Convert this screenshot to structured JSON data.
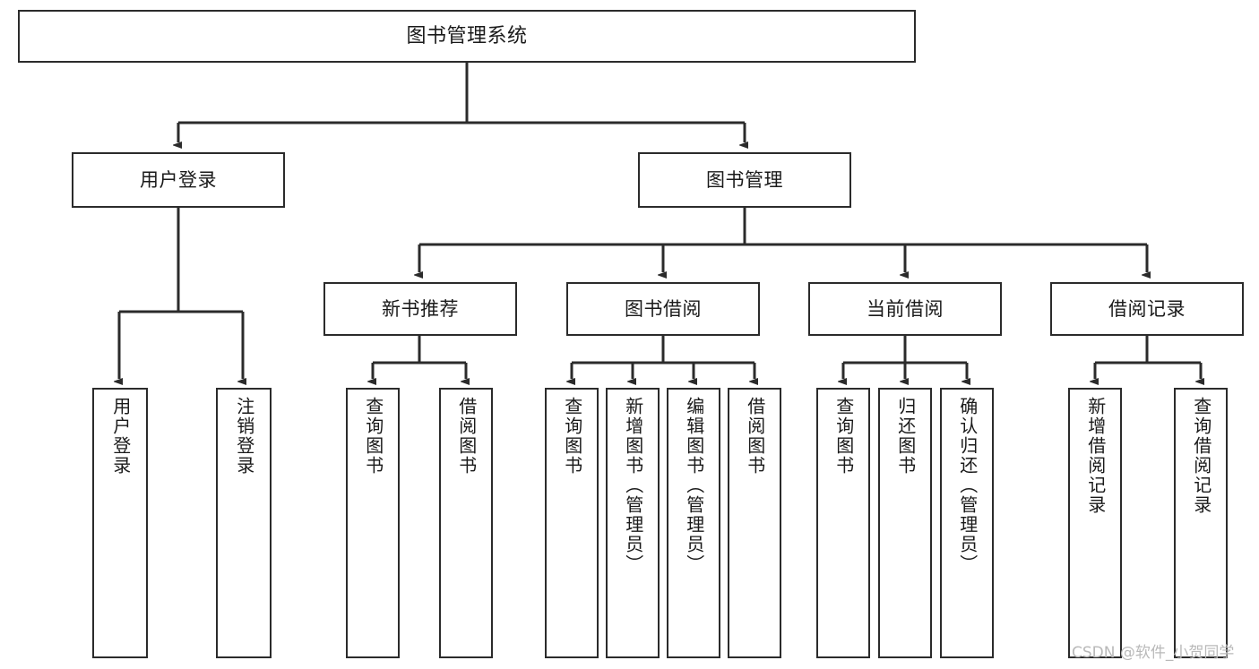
{
  "diagram": {
    "type": "tree-hierarchy",
    "title": "图书管理系统",
    "orientation": "top-down",
    "colors": {
      "box_border": "#2b2b2b",
      "box_fill": "#ffffff",
      "connector": "#2b2b2b",
      "text": "#1a1a1a",
      "watermark": "#b9b9b9",
      "background": "#ffffff"
    }
  },
  "nodes": {
    "root": {
      "label": "图书管理系统"
    },
    "level2": [
      {
        "label": "用户登录"
      },
      {
        "label": "图书管理"
      }
    ],
    "level3": [
      {
        "label": "新书推荐"
      },
      {
        "label": "图书借阅"
      },
      {
        "label": "当前借阅"
      },
      {
        "label": "借阅记录"
      }
    ],
    "leaves": {
      "user_login": [
        {
          "label": "用户登录"
        },
        {
          "label": "注销登录"
        }
      ],
      "new_book_recommend": [
        {
          "label": "查询图书"
        },
        {
          "label": "借阅图书"
        }
      ],
      "book_borrow": [
        {
          "label": "查询图书"
        },
        {
          "label": "新增图书（管理员）"
        },
        {
          "label": "编辑图书（管理员）"
        },
        {
          "label": "借阅图书"
        }
      ],
      "current_borrow": [
        {
          "label": "查询图书"
        },
        {
          "label": "归还图书"
        },
        {
          "label": "确认归还（管理员）"
        }
      ],
      "borrow_record": [
        {
          "label": "新增借阅记录"
        },
        {
          "label": "查询借阅记录"
        }
      ]
    }
  },
  "watermark": {
    "text": "CSDN @软件_小贺同学"
  }
}
